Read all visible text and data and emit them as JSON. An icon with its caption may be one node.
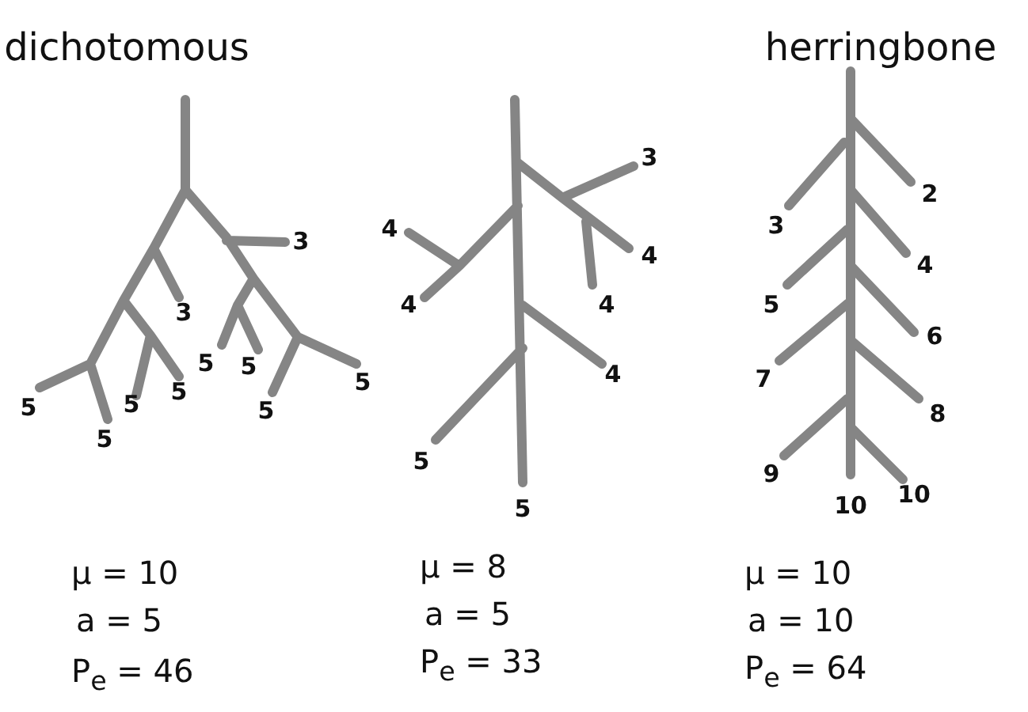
{
  "diagram": {
    "labels": [
      "dichotomous",
      "herringbone",
      "3",
      "3",
      "5",
      "5",
      "5",
      "5",
      "5",
      "5",
      "5",
      "5",
      "3",
      "4",
      "4",
      "4",
      "4",
      "4",
      "5",
      "5",
      "2",
      "3",
      "4",
      "5",
      "6",
      "7",
      "8",
      "9",
      "10",
      "10",
      "μ = 10",
      "a = 5",
      "P$_{e}$ = 46",
      "μ = 8",
      "a = 5",
      "P$_{e}$ = 33",
      "μ = 10",
      "a = 10",
      "P$_{e}$ = 64"
    ]
  }
}
